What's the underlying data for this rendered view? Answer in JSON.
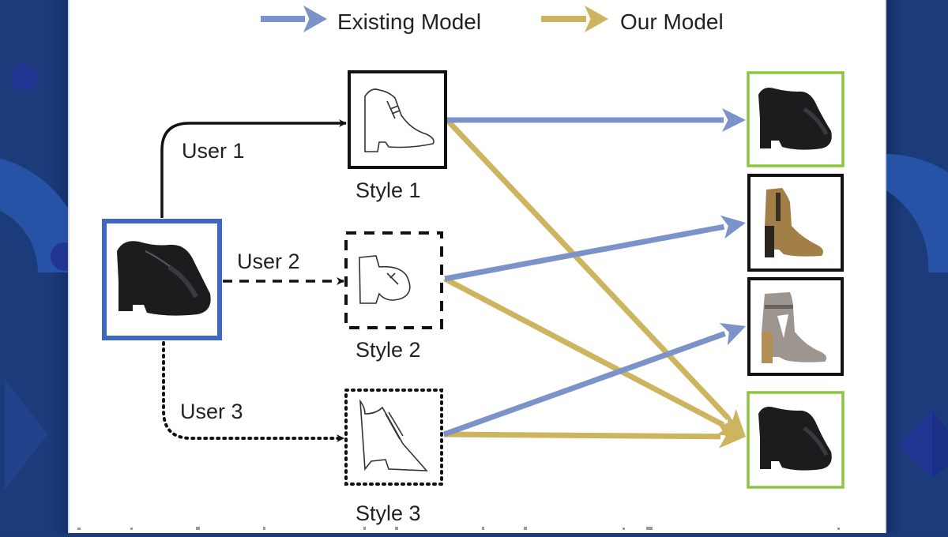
{
  "legend": {
    "existing": {
      "label": "Existing Model",
      "color": "#7b93c8"
    },
    "ours": {
      "label": "Our Model",
      "color": "#cdb55f"
    }
  },
  "input": {
    "name": "input-shoe",
    "border_color": "#3f67c4",
    "description": "black heeled loafer with fringe"
  },
  "users": [
    {
      "label": "User 1",
      "line_style": "solid"
    },
    {
      "label": "User 2",
      "line_style": "dashed"
    },
    {
      "label": "User 3",
      "line_style": "dotted"
    }
  ],
  "styles": [
    {
      "label": "Style 1",
      "border_style": "solid",
      "sketch": "laced heeled shoe sketch"
    },
    {
      "label": "Style 2",
      "border_style": "dashed",
      "sketch": "rounded boot sketch"
    },
    {
      "label": "Style 3",
      "border_style": "dotted",
      "sketch": "angular boot sketch"
    }
  ],
  "results": [
    {
      "description": "black heeled loafer",
      "border_color": "#8cc63f",
      "correct": true
    },
    {
      "description": "tan chelsea boot",
      "border_color": "#111111",
      "correct": false
    },
    {
      "description": "grey cut-out ankle boot",
      "border_color": "#111111",
      "correct": false
    },
    {
      "description": "black heeled loafer",
      "border_color": "#8cc63f",
      "correct": true
    }
  ],
  "connections": {
    "existing": [
      {
        "from": 0,
        "to": 0
      },
      {
        "from": 1,
        "to": 1
      },
      {
        "from": 2,
        "to": 2
      }
    ],
    "ours": [
      {
        "from": 0,
        "to": 3
      },
      {
        "from": 1,
        "to": 3
      },
      {
        "from": 2,
        "to": 3
      }
    ]
  },
  "colors": {
    "background": "#1b3a78",
    "slide": "#ffffff",
    "line": "#111111"
  }
}
